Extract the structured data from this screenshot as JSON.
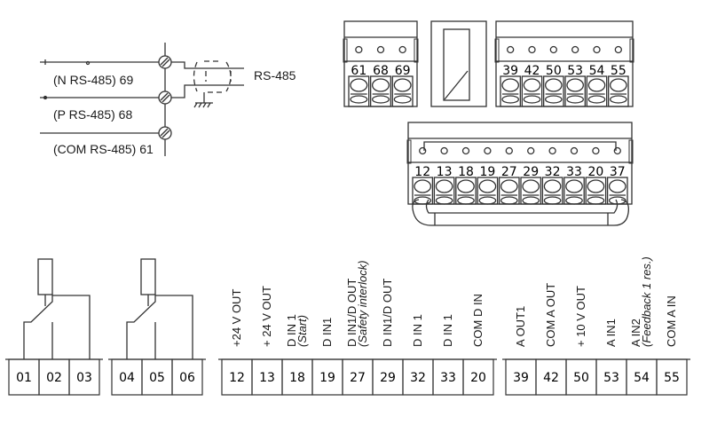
{
  "rs485_wiring": {
    "lines": [
      {
        "label": "(N RS-485) 69"
      },
      {
        "label": "(P RS-485) 68"
      },
      {
        "label": "(COM RS-485) 61"
      }
    ],
    "cable_label": "RS-485"
  },
  "connectors": {
    "rs485_block": [
      "61",
      "68",
      "69"
    ],
    "analog_block": [
      "39",
      "42",
      "50",
      "53",
      "54",
      "55"
    ],
    "digital_block": [
      "12",
      "13",
      "18",
      "19",
      "27",
      "29",
      "32",
      "33",
      "20",
      "37"
    ]
  },
  "terminal_groups": {
    "relays": {
      "relay1": [
        "01",
        "02",
        "03"
      ],
      "relay2": [
        "04",
        "05",
        "06"
      ]
    },
    "digital": [
      {
        "num": "12",
        "label": "+24 V OUT",
        "sub": ""
      },
      {
        "num": "13",
        "label": "+ 24 V OUT",
        "sub": ""
      },
      {
        "num": "18",
        "label": "D IN 1",
        "sub": "(Start)"
      },
      {
        "num": "19",
        "label": "D IN1",
        "sub": ""
      },
      {
        "num": "27",
        "label": "D IN1/D OUT",
        "sub": "(Safety interlock)"
      },
      {
        "num": "29",
        "label": "D IN1/D OUT",
        "sub": ""
      },
      {
        "num": "32",
        "label": "D IN 1",
        "sub": ""
      },
      {
        "num": "33",
        "label": "D IN 1",
        "sub": ""
      },
      {
        "num": "20",
        "label": "COM D IN",
        "sub": ""
      }
    ],
    "analog": [
      {
        "num": "39",
        "label": "A OUT1",
        "sub": ""
      },
      {
        "num": "42",
        "label": "COM A OUT",
        "sub": ""
      },
      {
        "num": "50",
        "label": "+ 10 V OUT",
        "sub": ""
      },
      {
        "num": "53",
        "label": "A IN1",
        "sub": ""
      },
      {
        "num": "54",
        "label": "A IN2",
        "sub": "(Feedback 1 res.)"
      },
      {
        "num": "55",
        "label": "COM A IN",
        "sub": ""
      }
    ]
  }
}
